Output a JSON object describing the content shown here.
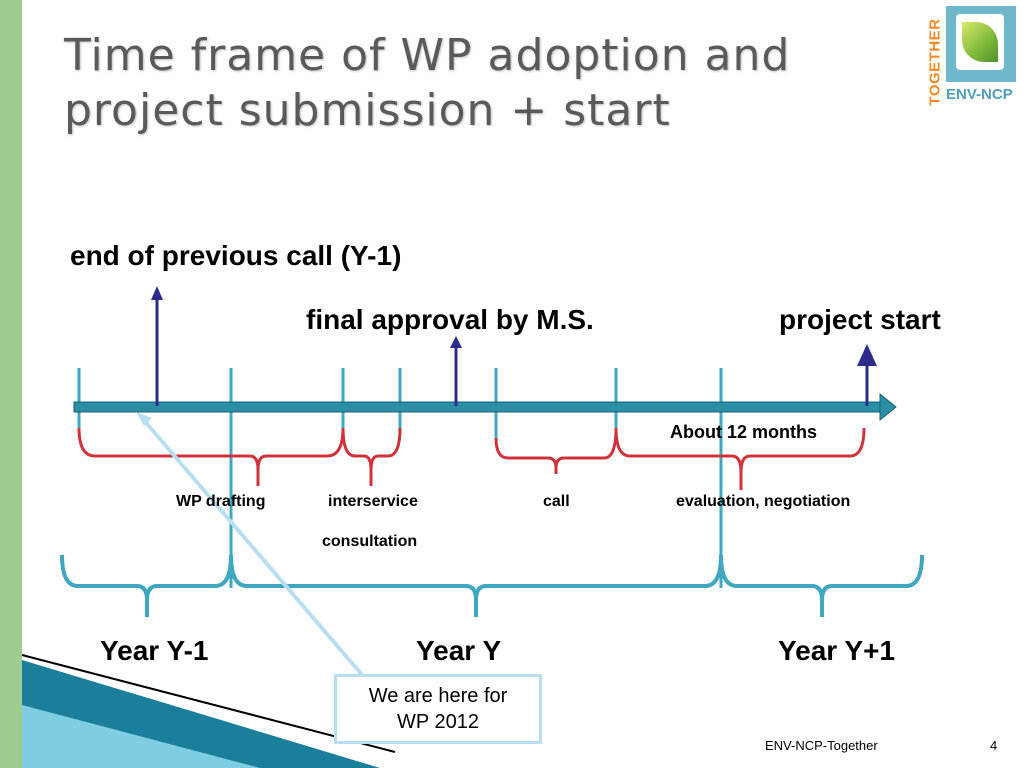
{
  "slide": {
    "title_lines": [
      "Time frame of WP adoption and",
      "project submission + start"
    ],
    "page_number": "4",
    "footer": "ENV-NCP-Together"
  },
  "logo": {
    "vertical_text": "TOGETHER",
    "text": "ENV-NCP",
    "icon": "leaf-icon"
  },
  "milestones": {
    "end_previous_call": "end of previous call (Y-1)",
    "final_approval": "final approval by M.S.",
    "project_start": "project start",
    "about_12_months": "About 12 months"
  },
  "phases": {
    "wp_drafting": "WP drafting",
    "interservice_line1": "interservice",
    "interservice_line2": "consultation",
    "call": "call",
    "evaluation": "evaluation, negotiation"
  },
  "years": {
    "y_minus_1": "Year Y-1",
    "y": "Year Y",
    "y_plus_1": "Year Y+1"
  },
  "note": {
    "line1": "We are here for",
    "line2": "WP 2012"
  },
  "colors": {
    "timeline": "#1f7c8f",
    "tick": "#3fa7bf",
    "phase_brace": "#d0323c",
    "year_brace": "#3fa7bf",
    "milestone_arrow": "#2c2c8c",
    "accent_green": "#9ecb8f"
  }
}
